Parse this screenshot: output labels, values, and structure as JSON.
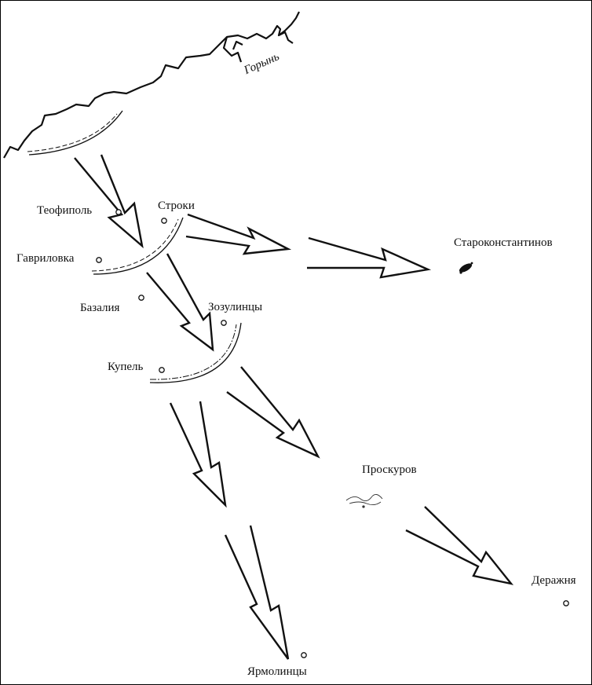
{
  "river": {
    "name": "Горынь"
  },
  "towns": {
    "teofipol": "Теофиполь",
    "stroki": "Строки",
    "gavrilovka": "Гавриловка",
    "bazaliya": "Базалия",
    "zozulintsy": "Зозулинцы",
    "kupel": "Купель",
    "starokonstantinov": "Староконстантинов",
    "proskurov": "Проскуров",
    "derazhnya": "Деражня",
    "yarmolintsy": "Ярмолинцы"
  },
  "colors": {
    "ink": "#111111",
    "background": "#ffffff"
  }
}
